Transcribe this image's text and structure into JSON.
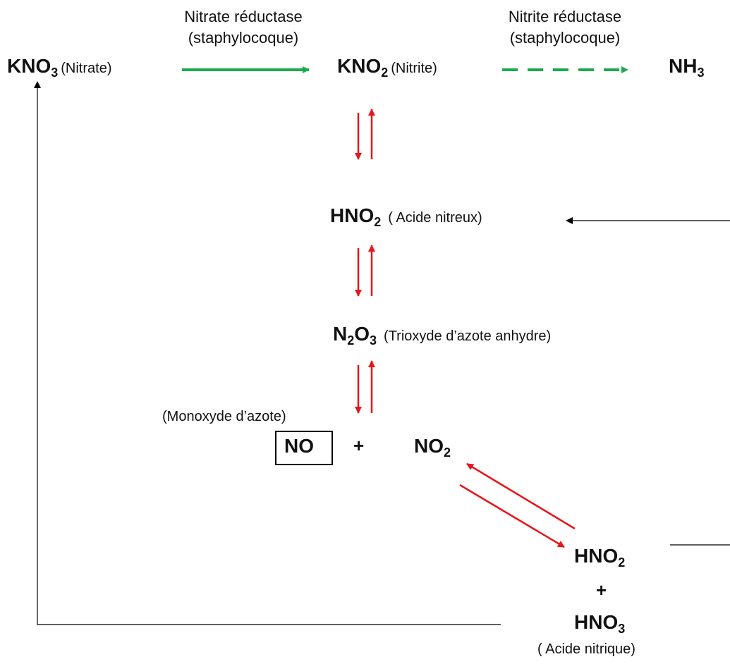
{
  "nodes": {
    "kno3": {
      "base": "KNO",
      "sub": "3",
      "note": "(Nitrate)"
    },
    "kno2": {
      "base": "KNO",
      "sub": "2",
      "note": "(Nitrite)"
    },
    "nh3": {
      "base": "NH",
      "sub": "3"
    },
    "hno2": {
      "base": "HNO",
      "sub": "2",
      "note": "( Acide nitreux)"
    },
    "n2o3": {
      "a": "N",
      "a_sub": "2",
      "b": "O",
      "b_sub": "3",
      "note": "(Trioxyde d’azote anhydre)"
    },
    "no": {
      "label": "NO",
      "note": "(Monoxyde d’azote)"
    },
    "plus1": "+",
    "no2": {
      "base": "NO",
      "sub": "2"
    },
    "hno2_bottom": {
      "base": "HNO",
      "sub": "2"
    },
    "plus2": "+",
    "hno3": {
      "base": "HNO",
      "sub": "3",
      "note": "( Acide nitrique)"
    }
  },
  "enzymes": {
    "nitrate": {
      "line1": "Nitrate réductase",
      "line2": "(staphylocoque)"
    },
    "nitrite": {
      "line1": "Nitrite réductase",
      "line2": "(staphylocoque)"
    }
  },
  "colors": {
    "enzyme_arrow": "#1aab4b",
    "equilibrium_arrow": "#e8151b",
    "connector": "#000000",
    "text": "#111111"
  }
}
